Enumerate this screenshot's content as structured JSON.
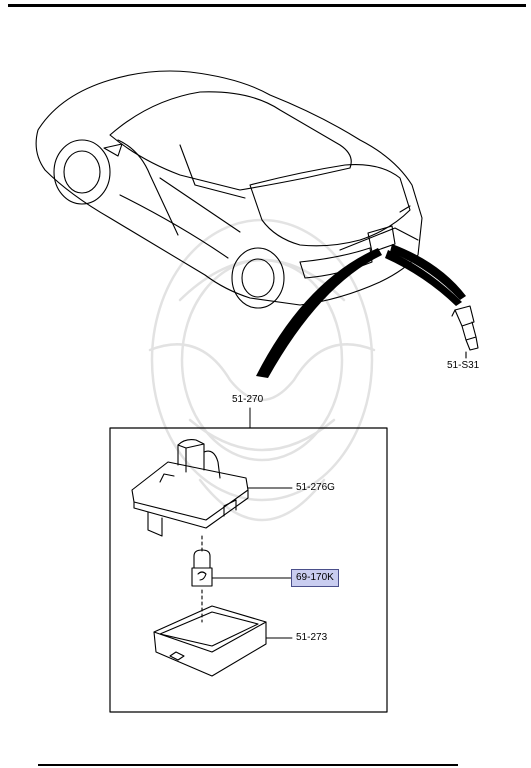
{
  "callouts": {
    "lamp_assembly": "51-270",
    "lamp_body": "51-276G",
    "bulb": "69-170K",
    "lens": "51-273",
    "connector": "51-S31"
  },
  "highlight_color": "#c9cdf0"
}
